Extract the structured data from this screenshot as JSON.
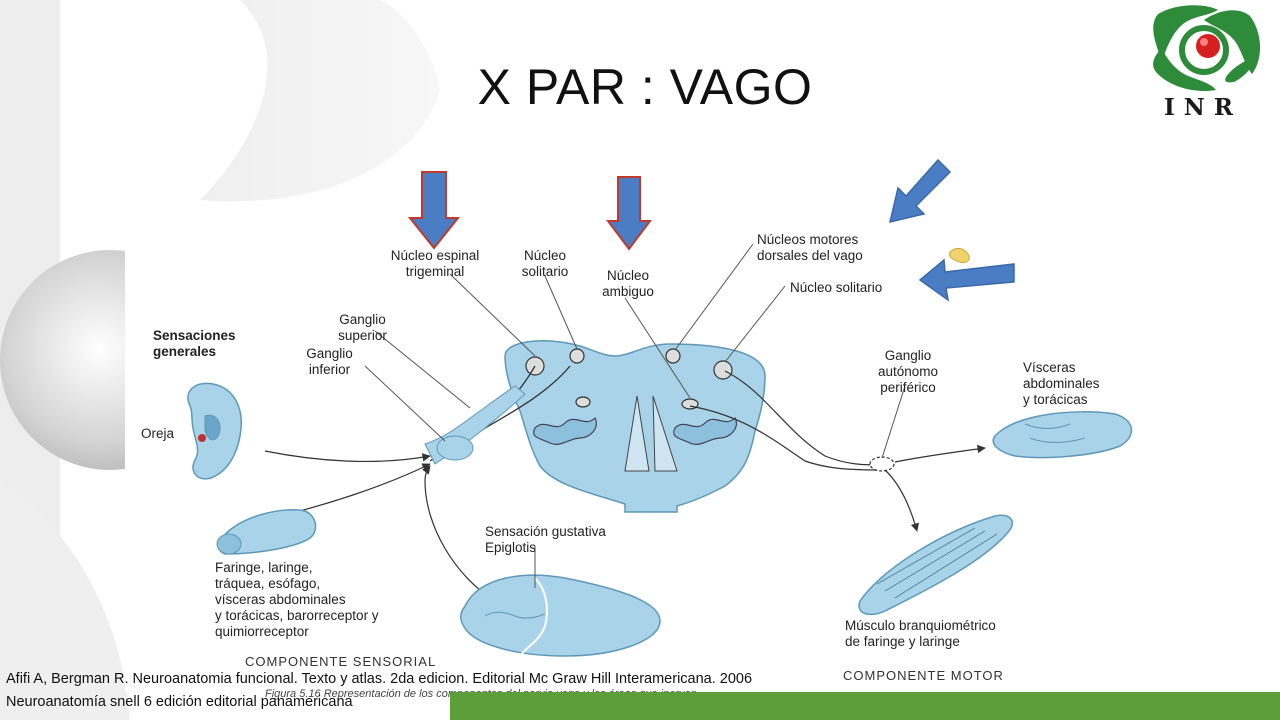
{
  "slide": {
    "title": "X PAR :  VAGO",
    "logo_text": "INR",
    "citations": [
      "Afifi A, Bergman R. Neuroanatomia funcional. Texto y atlas. 2da edicion. Editorial Mc Graw Hill Interamericana. 2006",
      "Neuroanatomía snell 6 edición editorial panamericana"
    ]
  },
  "figure": {
    "labels": {
      "nucleo_espinal_trigeminal": [
        "Núcleo espinal",
        "trigeminal"
      ],
      "nucleo_solitario_left": [
        "Núcleo",
        "solitario"
      ],
      "nucleo_ambiguo": [
        "Núcleo",
        "ambiguo"
      ],
      "nucleos_motores": [
        "Núcleos motores",
        "dorsales del vago"
      ],
      "nucleo_solitario_right": [
        "Núcleo solitario"
      ],
      "ganglio_superior": [
        "Ganglio",
        "superior"
      ],
      "ganglio_inferior": [
        "Ganglio",
        "inferior"
      ],
      "sensaciones_generales": [
        "Sensaciones",
        "generales"
      ],
      "oreja": [
        "Oreja"
      ],
      "ganglio_autonomo": [
        "Ganglio",
        "autónomo",
        "periférico"
      ],
      "visceras": [
        "Vísceras",
        "abdominales",
        "y torácicas"
      ],
      "sensacion_gustativa": [
        "Sensación gustativa",
        "Epiglotis"
      ],
      "faringe": [
        "Faringe, laringe,",
        "tráquea, esófago,",
        "vísceras abdominales",
        "y torácicas, barorreceptor y",
        "quimiorreceptor"
      ],
      "musculo": [
        "Músculo branquiométrico",
        "de faringe y laringe"
      ],
      "componente_sensorial": "COMPONENTE SENSORIAL",
      "componente_motor": "COMPONENTE MOTOR",
      "caption": "Figura 5.16   Representación de los componentes del nervio vago y las áreas que inervan."
    }
  },
  "colors": {
    "arrow_fill": "#4a7dc4",
    "arrow_stroke": "#c0392b",
    "tissue": "#a9d3e8",
    "tissue_dark": "#6aa6c8",
    "green": "#5b9e3a",
    "logo_green": "#2e8b3a",
    "logo_red": "#d62020"
  }
}
